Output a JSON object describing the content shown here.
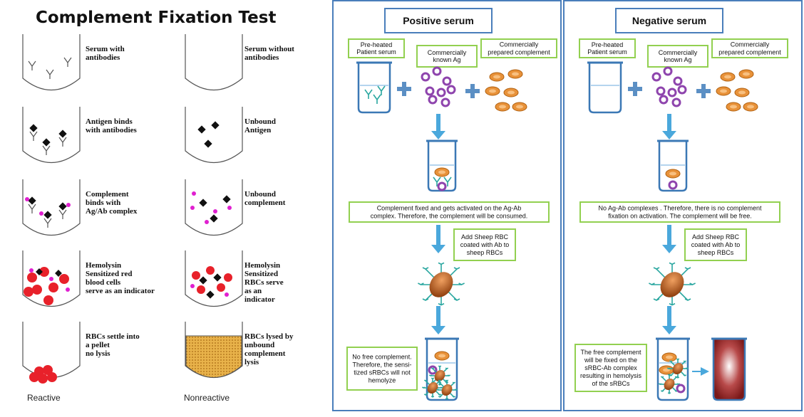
{
  "left": {
    "title": "Complement Fixation Test",
    "reactive_label": "Reactive",
    "nonreactive_label": "Nonreactive",
    "rows": [
      {
        "left": [
          "Serum with",
          "antibodies"
        ],
        "right": [
          "Serum without",
          "antibodies"
        ]
      },
      {
        "left": [
          "Antigen binds",
          "with antibodies"
        ],
        "right": [
          "Unbound",
          "Antigen"
        ]
      },
      {
        "left": [
          "Complement",
          "binds with",
          "Ag/Ab complex"
        ],
        "right": [
          "Unbound",
          "complement"
        ]
      },
      {
        "left": [
          "Hemolysin",
          "Sensitized red",
          "blood cells",
          "serve as an indicator"
        ],
        "right": [
          "Hemolysin",
          "Sensitized",
          "RBCs serve",
          "as an",
          "indicator"
        ]
      },
      {
        "left": [
          "RBCs settle into",
          "a pellet",
          "",
          "",
          "no lysis"
        ],
        "right": [
          "RBCs lysed by",
          "unbound",
          "complement",
          "",
          "lysis"
        ]
      }
    ]
  },
  "positive": {
    "heading": "Positive serum",
    "patient_serum": [
      "Pre-heated",
      "Patient serum"
    ],
    "antigen": [
      "Commercially",
      "known Ag"
    ],
    "complement": [
      "Commercially",
      "prepared complement"
    ],
    "result": [
      "Complement fixed and gets activated on the Ag-Ab",
      "complex. Therefore, the complement will be consumed."
    ],
    "add_rbc": [
      "Add Sheep RBC",
      "coated with Ab to",
      "sheep RBCs"
    ],
    "final": [
      "No free complement.",
      "Therefore, the sensi-",
      "tized sRBCs will not",
      "hemolyze"
    ]
  },
  "negative": {
    "heading": "Negative serum",
    "patient_serum": [
      "Pre-heated",
      "Patient serum"
    ],
    "antigen": [
      "Commercially",
      "known Ag"
    ],
    "complement": [
      "Commercially",
      "prepared complement"
    ],
    "result": [
      "No Ag-Ab complexes . Therefore, there is no complement",
      "fixation on activation. The complement will be free."
    ],
    "add_rbc": [
      "Add Sheep RBC",
      "coated with Ab to",
      "sheep RBCs"
    ],
    "final": [
      "The free complement",
      "will be fixed on the",
      "sRBC-Ab complex",
      "resulting in hemolysis",
      "of the sRBCs"
    ]
  },
  "colors": {
    "panel_border": "#4a7ebb",
    "label_border": "#92d050",
    "plus": "#5b8fc4",
    "arrow": "#4aa8dc",
    "antigen": "#8e44ad",
    "complement": "#e8923a",
    "rbc_red": "#e8212a",
    "rbc_brown": "#b35a1f",
    "lysed": "#9c2a2a"
  }
}
